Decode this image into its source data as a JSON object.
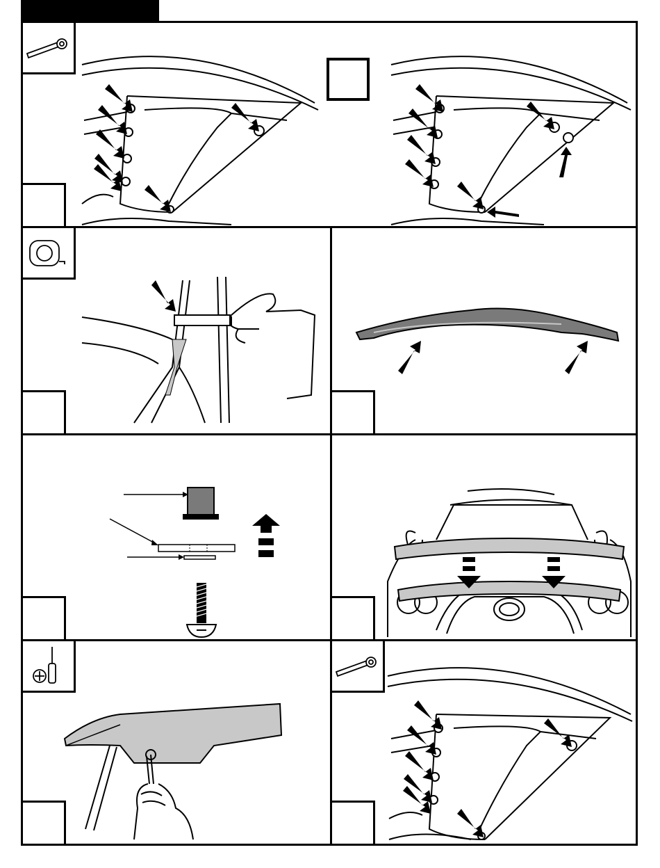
{
  "page": {
    "header_tab_color": "#000000",
    "line_color": "#000000",
    "panel_fill": "#ffffff",
    "deflector_fill": "#7a7a7a",
    "deflector_light_fill": "#c8c8c8"
  },
  "panels": [
    {
      "id": "step-1",
      "tool_icon": "wrench-icon",
      "content": "hood-bolt-removal"
    },
    {
      "id": "step-1b",
      "tool_icon": "",
      "content": "hood-bolt-install-check"
    },
    {
      "id": "step-2",
      "tool_icon": "tape-measure-icon",
      "content": "clean-hood-edge"
    },
    {
      "id": "step-3",
      "tool_icon": "",
      "content": "deflector-tabs"
    },
    {
      "id": "step-4",
      "tool_icon": "",
      "content": "hardware-stack"
    },
    {
      "id": "step-5",
      "tool_icon": "",
      "content": "place-deflector-on-vehicle"
    },
    {
      "id": "step-6",
      "tool_icon": "screwdriver-icon",
      "content": "tighten-screw"
    },
    {
      "id": "step-7",
      "tool_icon": "wrench-icon",
      "content": "reinstall-hood-bolts"
    }
  ]
}
